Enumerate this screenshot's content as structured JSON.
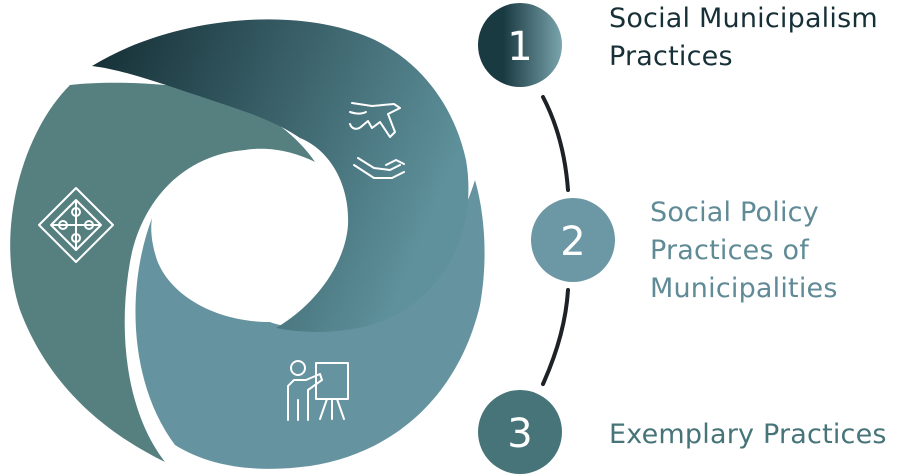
{
  "steps": [
    {
      "number": "1",
      "lines": [
        "Social Municipalism",
        "Practices"
      ],
      "color": "#173038",
      "circle_color_start": "#1a3a42",
      "circle_color_end": "#6e9aa4"
    },
    {
      "number": "2",
      "lines": [
        "Social Policy",
        "Practices of",
        "Municipalities"
      ],
      "color": "#5f8a96",
      "circle_color_start": "#6b98a4",
      "circle_color_end": "#6b98a4"
    },
    {
      "number": "3",
      "lines": [
        "Exemplary Practices"
      ],
      "color": "#467478",
      "circle_color_start": "#467478",
      "circle_color_end": "#467478"
    }
  ],
  "icons": {
    "segment_top": "helping-hands-icon",
    "segment_left": "puzzle-icon",
    "segment_bottom": "presentation-icon"
  },
  "colors": {
    "segment_left": "#567f7f",
    "segment_bottom": "#6593a0",
    "segment_top_dark": "#132c33",
    "segment_top_light": "#5a8d97",
    "connector_line": "#1e2226"
  }
}
